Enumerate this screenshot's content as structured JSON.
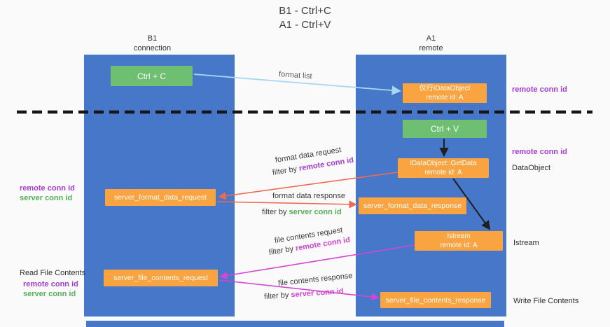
{
  "title": {
    "line1": "B1 - Ctrl+C",
    "line2": "A1 - Ctrl+V"
  },
  "lanes": {
    "left": {
      "name": "B1",
      "role": "connection"
    },
    "right": {
      "name": "A1",
      "role": "remote"
    }
  },
  "nodes": {
    "ctrl_c": {
      "label": "Ctrl + C"
    },
    "cached_dataobject": {
      "title": "仅行IDataObject",
      "subtitle": "remote id: A"
    },
    "ctrl_v": {
      "label": "Ctrl + V"
    },
    "getdata": {
      "title": "IDataObject::GetData",
      "subtitle": "remote id: A"
    },
    "format_request": {
      "label": "server_format_data_request"
    },
    "format_response": {
      "label": "server_format_data_response"
    },
    "istream": {
      "title": "Istream",
      "subtitle": "remote id: A"
    },
    "file_request": {
      "label": "server_file_contents_request"
    },
    "file_response": {
      "label": "server_file_contents_response"
    }
  },
  "edges": {
    "format_list": {
      "label": "format list"
    },
    "format_request": {
      "label": "format data request",
      "filter_prefix": "filter by",
      "filter_id": "remote conn id"
    },
    "format_response": {
      "label": "format data response",
      "filter_prefix": "filter by",
      "filter_id": "server conn id"
    },
    "file_request": {
      "label": "file contents request",
      "filter_prefix": "filter by",
      "filter_id": "remote conn id"
    },
    "file_response": {
      "label": "file contents response",
      "filter_prefix": "filter by",
      "filter_id": "server conn id"
    }
  },
  "side_labels": {
    "right_remote_conn_top": "remote conn id",
    "right_remote_conn_mid": "remote conn id",
    "dataobject": "DataObject",
    "istream": "Istream",
    "write_file_contents": "Write File Contents",
    "left_remote_conn_top": "remote conn id",
    "left_server_conn_top": "server conn id",
    "read_file_contents": "Read File Contents",
    "left_remote_conn_bottom": "remote conn id",
    "left_server_conn_bottom": "server conn id"
  },
  "colors": {
    "lane_blue": "#4677c8",
    "box_green": "#6fbf72",
    "box_orange": "#f9a440",
    "purple_text": "#a43dd8",
    "green_text": "#53b156",
    "magenta": "#d246d2",
    "red_arrow": "#ee6a52",
    "blue_arrow": "#a8d8f0"
  }
}
